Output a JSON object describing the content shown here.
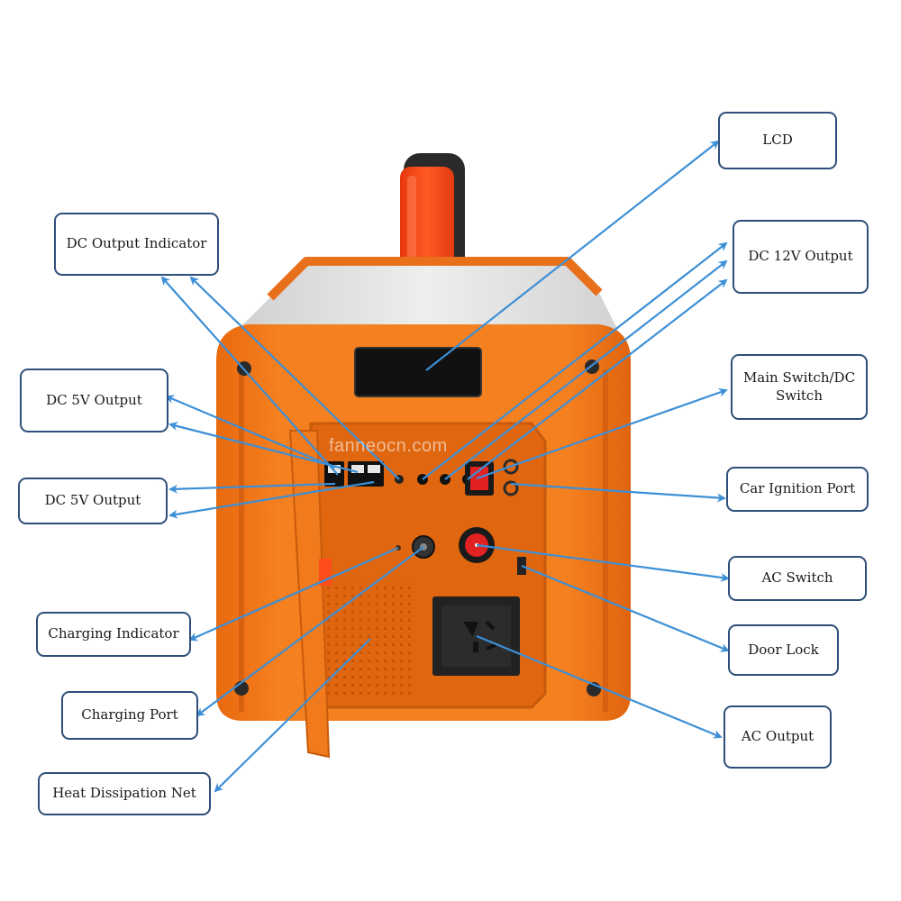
{
  "labels": {
    "lcd": "LCD",
    "dc_output_indicator": "DC Output Indicator",
    "dc_12v_output": "DC 12V Output",
    "dc_5v_output_upper": "DC 5V Output",
    "main_switch_line1": "Main Switch/DC",
    "main_switch_line2": "Switch",
    "dc_5v_output_lower": "DC 5V Output",
    "car_ignition_port": "Car Ignition Port",
    "ac_switch": "AC Switch",
    "charging_indicator": "Charging Indicator",
    "door_lock": "Door Lock",
    "charging_port": "Charging Port",
    "ac_output": "AC Output",
    "heat_dissipation_net": "Heat Dissipation Net"
  },
  "watermark": "fanneocn.com",
  "colors": {
    "body_orange": "#f27a1e",
    "body_dark_orange": "#d9600f",
    "handle_red": "#ff4d1a",
    "top_grey": "#e4e4e4",
    "arrow_blue": "#3d8fd6",
    "label_border": "#2e4f7a",
    "panel_black": "#1f1f1f"
  }
}
